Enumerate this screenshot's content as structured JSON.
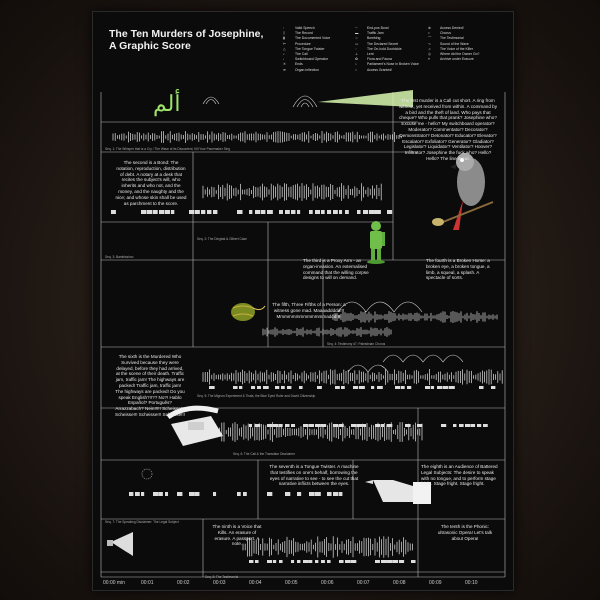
{
  "title_line1": "The Ten Murders of Josephine,",
  "title_line2": "A Graphic Score",
  "legend": {
    "col1": [
      "Valid Speech",
      "The Record",
      "The Documented Voice",
      "Procedure",
      "The Tongue Twister",
      "The Call",
      "Switchboard Operator",
      "Ends",
      "Organ Inflection"
    ],
    "col2": [
      "End-pos Bond",
      "Traffic Jam",
      "Bombing",
      "The Declared Secret",
      "The On-hold Doohickie",
      "Lent",
      "Flora and Fauna",
      "Parliament's Nose in Broken Voice",
      "Access Granted!"
    ],
    "col3": [
      "Access Denied!",
      "Chorus",
      "The Testimonial",
      "Sound of the Wave",
      "The Voice of the Killer",
      "Where did the Owner Go?",
      "Archive under Erasure"
    ]
  },
  "arabic_text": "ألم",
  "texts": {
    "first": "The first murder is a Call cut short. A ring from without, yet received from within. A command by a bird and the theft of land. Who pays that cheque? Who pulls that prank? Josephine who? Excuse me - hello? My switchboard operator? Moderator? Commentator? Decorator? Demonstrator? Detonator? Educator? Elevator? Escalator? Exfoliator? Generator? Gladiator? Legislator? Liquidator? Ventilator? Hoover? Infiltrator? Josephine the fuck who? Hello? Hello? The line is cut.",
    "second": "The second is a Bond: The notation, reproduction, distribution of debt. A notary at a desk that recites the subject's will, who inherits and who not, and the money, and the naughty and the nice; and whose skin shall be used as parchment to the score.",
    "third": "The third is a Proxy Arm - an organ-invasion. An externalised command that the willing corpse designs to will on demand.",
    "fourth": "The fourth is a Broken Horse: a broken eye, a broken tongue, a limb, a squeal, a splash. A spectacle of sorts.",
    "fifth": "The fifth, Three Fifths of a Person: a witness gone mad. Maaaaddddd!!! Mmmmmmmmmmmmmaddd!!!!",
    "sixth": "The sixth is the Murdered Who Survived because they were delayed, before they had arrived, at the scene of their death. Traffic jam, traffic jam! The highways are packed! Traffic jam, traffic jam! The highways are packed! Do you speak English?!!?? No?! Hablo Español? Português? Arrazzabach? Nein!!!!! Scheisse!!! Scheisse!!! Scheisse!!! Scheisse!!!",
    "seventh": "The seventh is a Tongue Twister. A machine that testifies on one's behalf, borrowing the eyes of narrative to see - to see the cut that narrative inflicts between the eyes.",
    "eighth": "The eighth is an Audience of Battered Legal Subjects: The desire to speak with no tongue, and to perform stage fright. Stage fright. Stage fright.",
    "ninth": "The ninth is a Voice that Kills. An erasure of erasure. A passport. A note.",
    "tenth": "The tenth is the Phonic: ultrasonic Opera! Let's talk about Opera!"
  },
  "captions": [
    "Seq. 1: The Whisper that is a Cry / The Wave of its Discontent, Kill Your Pacemaker Sing",
    "Seq. 2: The Dingbat & Gilbert Case",
    "Seq. 3: Bambissimo",
    "Seq. 4: Testimony #7: Palestinian Chorus",
    "Seq. 5: The Mignon Experiment & Tirala, the Blue Eyed Ruler and David Citizenship",
    "Seq. 6: The Call & the Translator Disclaimer",
    "Seq. 7: The Speaking Disclaimer: The Legal Subject",
    "Seq. 8: The Testimonial"
  ],
  "timeline": [
    "00:00 min",
    "00:01",
    "00:02",
    "00:03",
    "00:04",
    "00:05",
    "00:06",
    "00:07",
    "00:08",
    "00:09",
    "00:10"
  ],
  "colors": {
    "poster_bg": "#0b0b0b",
    "text": "#e8e8e8",
    "accent_green": "#7fd35a",
    "arabic": "#9fe36b"
  }
}
